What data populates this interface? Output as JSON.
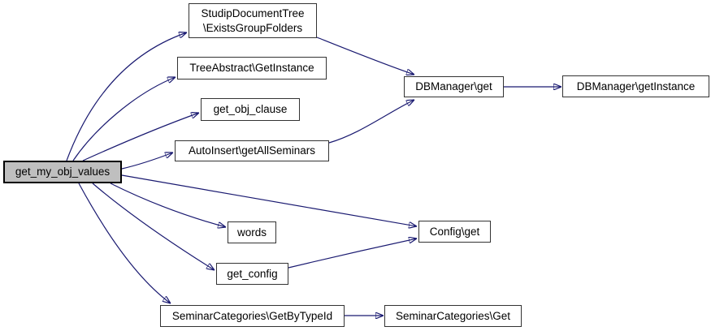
{
  "diagram": {
    "type": "call-graph",
    "background_color": "#ffffff",
    "edge_color": "#191970",
    "node_fill": "#ffffff",
    "node_border_color": "#333333",
    "highlight_node_fill": "#bfbfbf",
    "nodes": [
      {
        "id": "get_my_obj_values",
        "label": "get_my_obj_values",
        "highlighted": true
      },
      {
        "id": "studip_exists_group_folders",
        "label": "StudipDocumentTree\n\\ExistsGroupFolders",
        "highlighted": false
      },
      {
        "id": "tree_abstract_get_instance",
        "label": "TreeAbstract\\GetInstance",
        "highlighted": false
      },
      {
        "id": "get_obj_clause",
        "label": "get_obj_clause",
        "highlighted": false
      },
      {
        "id": "auto_insert_get_all_seminars",
        "label": "AutoInsert\\getAllSeminars",
        "highlighted": false
      },
      {
        "id": "dbmanager_get",
        "label": "DBManager\\get",
        "highlighted": false
      },
      {
        "id": "dbmanager_get_instance",
        "label": "DBManager\\getInstance",
        "highlighted": false
      },
      {
        "id": "words",
        "label": "words",
        "highlighted": false
      },
      {
        "id": "config_get",
        "label": "Config\\get",
        "highlighted": false
      },
      {
        "id": "get_config",
        "label": "get_config",
        "highlighted": false
      },
      {
        "id": "seminar_categories_get_by_type_id",
        "label": "SeminarCategories\\GetByTypeId",
        "highlighted": false
      },
      {
        "id": "seminar_categories_get",
        "label": "SeminarCategories\\Get",
        "highlighted": false
      }
    ],
    "edges": [
      {
        "from": "get_my_obj_values",
        "to": "studip_exists_group_folders"
      },
      {
        "from": "get_my_obj_values",
        "to": "tree_abstract_get_instance"
      },
      {
        "from": "get_my_obj_values",
        "to": "get_obj_clause"
      },
      {
        "from": "get_my_obj_values",
        "to": "auto_insert_get_all_seminars"
      },
      {
        "from": "get_my_obj_values",
        "to": "config_get"
      },
      {
        "from": "get_my_obj_values",
        "to": "words"
      },
      {
        "from": "get_my_obj_values",
        "to": "get_config"
      },
      {
        "from": "get_my_obj_values",
        "to": "seminar_categories_get_by_type_id"
      },
      {
        "from": "studip_exists_group_folders",
        "to": "dbmanager_get"
      },
      {
        "from": "auto_insert_get_all_seminars",
        "to": "dbmanager_get"
      },
      {
        "from": "dbmanager_get",
        "to": "dbmanager_get_instance"
      },
      {
        "from": "get_config",
        "to": "config_get"
      },
      {
        "from": "seminar_categories_get_by_type_id",
        "to": "seminar_categories_get"
      }
    ]
  }
}
